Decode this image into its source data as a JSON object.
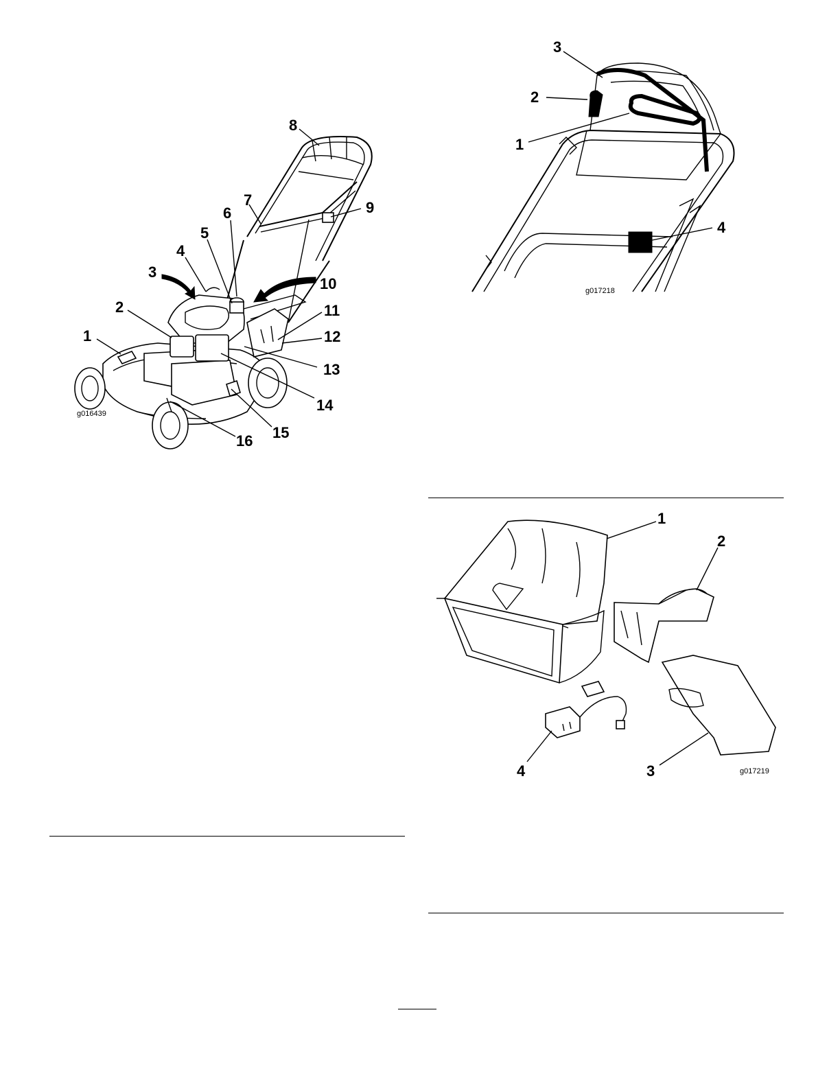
{
  "figure1": {
    "id": "g016439",
    "callouts": [
      "1",
      "2",
      "3",
      "4",
      "5",
      "6",
      "7",
      "8",
      "9",
      "10",
      "11",
      "12",
      "13",
      "14",
      "15",
      "16"
    ]
  },
  "figure2": {
    "id": "g017218",
    "callouts": [
      "1",
      "2",
      "3",
      "4"
    ]
  },
  "figure3": {
    "id": "g017219",
    "callouts": [
      "1",
      "2",
      "3",
      "4"
    ]
  }
}
